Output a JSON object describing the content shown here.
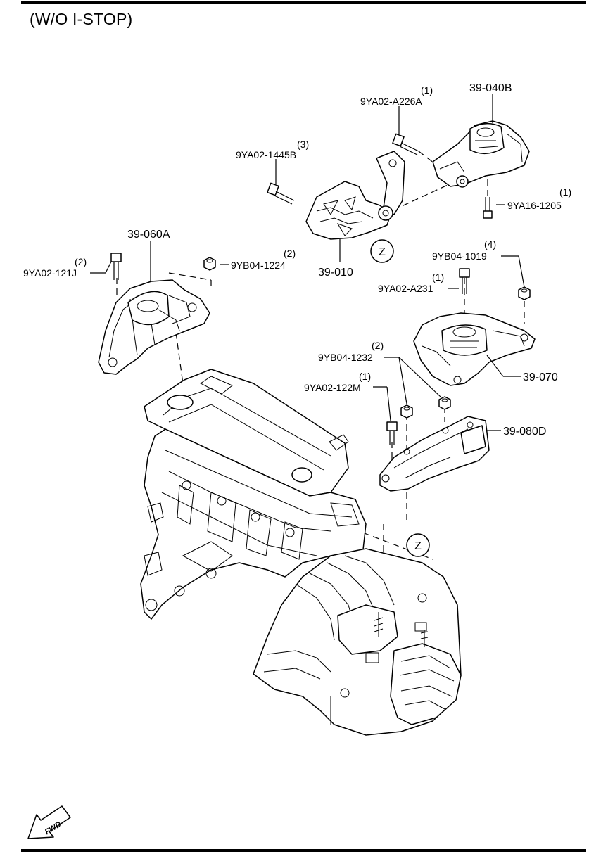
{
  "title": "(W/O I-STOP)",
  "callouts": [
    {
      "id": "39-040B",
      "qty": ""
    },
    {
      "id": "9YA02-A226A",
      "qty": "(1)"
    },
    {
      "id": "9YA02-1445B",
      "qty": "(3)"
    },
    {
      "id": "9YA16-1205",
      "qty": "(1)"
    },
    {
      "id": "39-060A",
      "qty": ""
    },
    {
      "id": "9YA02-121J",
      "qty": "(2)"
    },
    {
      "id": "9YB04-1224",
      "qty": "(2)"
    },
    {
      "id": "39-010",
      "qty": ""
    },
    {
      "id": "9YB04-1019",
      "qty": "(4)"
    },
    {
      "id": "9YA02-A231",
      "qty": "(1)"
    },
    {
      "id": "9YB04-1232",
      "qty": "(2)"
    },
    {
      "id": "9YA02-122M",
      "qty": "(1)"
    },
    {
      "id": "39-070",
      "qty": ""
    },
    {
      "id": "39-080D",
      "qty": ""
    }
  ],
  "detail_markers": [
    "Z",
    "Z"
  ],
  "fwd_label": "FWD"
}
